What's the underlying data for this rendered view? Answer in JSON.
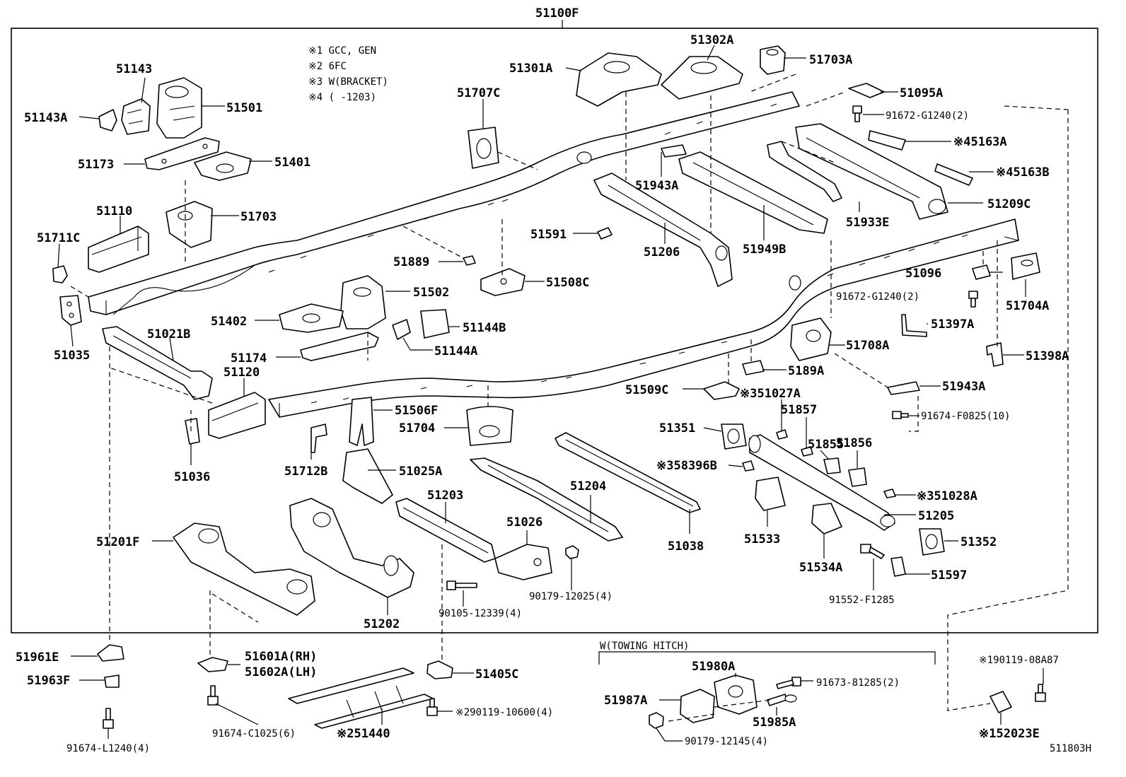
{
  "main_assembly": "51100F",
  "diagram_code": "511803H",
  "notes": [
    "※1 GCC, GEN",
    "※2 6FC",
    "※3 W(BRACKET)",
    "※4 (      -1203)"
  ],
  "towing_hitch_title": "W(TOWING HITCH)",
  "labels": {
    "p51143": "51143",
    "p51143A": "51143A",
    "p51501": "51501",
    "p51173": "51173",
    "p51401": "51401",
    "p51110": "51110",
    "p51703": "51703",
    "p51711C": "51711C",
    "p51035": "51035",
    "p51021B": "51021B",
    "p51301A": "51301A",
    "p51302A": "51302A",
    "p51703A": "51703A",
    "p51707C": "51707C",
    "p51095A": "51095A",
    "p91672G1240a": "91672-G1240(2)",
    "p5163A": "※45163A",
    "p5163B": "※45163B",
    "p51943A_top": "51943A",
    "p51209C": "51209C",
    "p51933E": "51933E",
    "p51591": "51591",
    "p51206": "51206",
    "p51949B": "51949B",
    "p51889": "51889",
    "p51508C": "51508C",
    "p51502": "51502",
    "p51402": "51402",
    "p51144B": "51144B",
    "p51144A": "51144A",
    "p51174": "51174",
    "p51120": "51120",
    "p51096": "51096",
    "p91672G1240b": "91672-G1240(2)",
    "p51704A": "51704A",
    "p51397A": "51397A",
    "p51708A": "51708A",
    "p51398A": "51398A",
    "p5189A": "5189A",
    "p51509C": "51509C",
    "p51027A": "※351027A",
    "p51857": "51857",
    "p51943A_right": "51943A",
    "p91674F0825": "91674-F0825(10)",
    "p51506F": "51506F",
    "p51704": "51704",
    "p51036": "51036",
    "p51712B": "51712B",
    "p51351": "51351",
    "p51855": "51855",
    "p51856": "51856",
    "p58396B": "※358396B",
    "p51025A": "51025A",
    "p51203": "51203",
    "p51204": "51204",
    "p51028A": "※351028A",
    "p51026": "51026",
    "p51038": "51038",
    "p51533": "51533",
    "p51205": "51205",
    "p51201F": "51201F",
    "p51352": "51352",
    "p51534A": "51534A",
    "p51597": "51597",
    "p90179_12025": "90179-12025(4)",
    "p91552F1285": "91552-F1285",
    "p90105_12339": "90105-12339(4)",
    "p51202": "51202",
    "p51961E": "51961E",
    "p51963F": "51963F",
    "p51601A": "51601A(RH)",
    "p51602A": "51602A(LH)",
    "p51405C": "51405C",
    "p90119_10600": "※290119-10600(4)",
    "p91674C1025": "91674-C1025(6)",
    "p51440": "※251440",
    "p91674L1240": "91674-L1240(4)",
    "p51980A": "51980A",
    "p91673_81285": "91673-81285(2)",
    "p51987A": "51987A",
    "p51985A": "51985A",
    "p90179_12145": "90179-12145(4)",
    "p90119_08A87": "※190119-08A87",
    "p52023E": "※152023E"
  }
}
